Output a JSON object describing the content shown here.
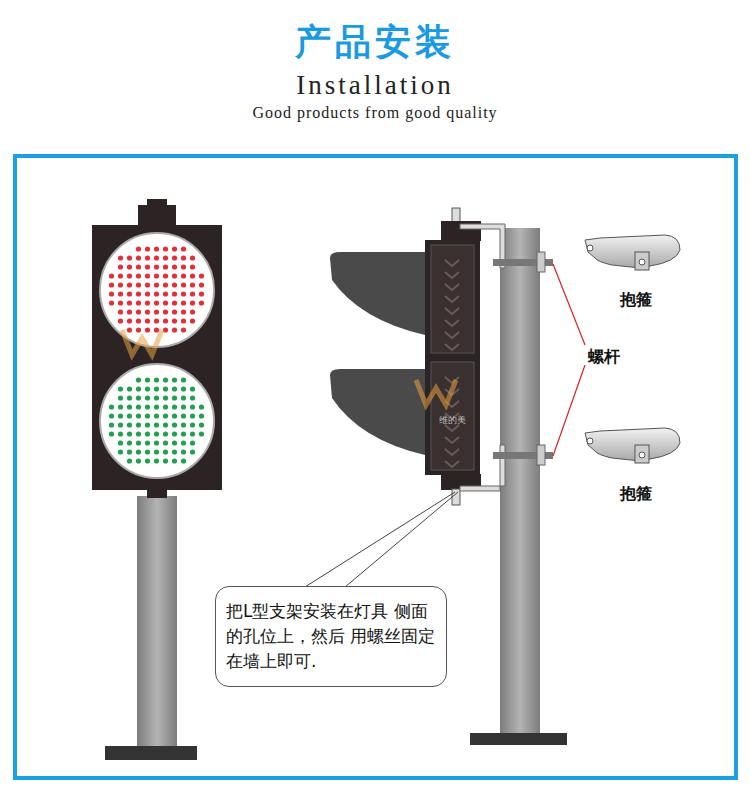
{
  "diagram": {
    "title": "产品安装",
    "nodes": [
      {
        "text": [
          "把L型支架安装在灯具 侧面的孔位上，然后 用螺丝固定在墙上即可."
        ]
      }
    ],
    "edges": [],
    "labels": [
      "Installation",
      "Good products from good quality",
      "抱箍",
      "螺杆",
      "抱箍",
      "维的美"
    ]
  }
}
